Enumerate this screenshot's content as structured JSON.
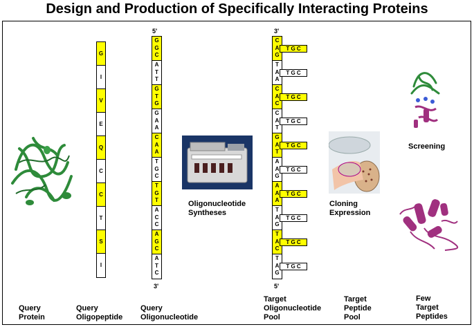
{
  "title": "Design and Production of Specifically Interacting Proteins",
  "oligopeptide": [
    "G",
    "I",
    "V",
    "E",
    "Q",
    "C",
    "C",
    "T",
    "S",
    "I"
  ],
  "query_oligo": [
    "GGC",
    "ATT",
    "GTG",
    "GAA",
    "CAA",
    "TGC",
    "TGT",
    "ACC",
    "AGC",
    "ATC"
  ],
  "query_oligo_5": "5'",
  "query_oligo_3": "3'",
  "target_pool": [
    "CAG",
    "TAA",
    "CAC",
    "CAT",
    "GAT",
    "AAG",
    "AAA",
    "TAG",
    "TAC",
    "TAG"
  ],
  "target_pool_3": "3'",
  "target_pool_5": "5'",
  "tgc": [
    "T G C",
    "T G C",
    "T G C",
    "T G C",
    "T G C",
    "T G C",
    "T G C",
    "T G C",
    "T G C",
    "T G C"
  ],
  "label_synth": "Oligonucleotide\nSyntheses",
  "label_cloning": "Cloning\nExpression",
  "label_screening": "Screening",
  "bottom": {
    "query_protein": "Query\nProtein",
    "query_oligopeptide": "Query\nOligopeptide",
    "query_oligonucleotide": "Query\nOligonucleotide",
    "target_pool": "Target\nOligonucleotide\nPool",
    "target_peptide_pool": "Target\nPeptide\nPool",
    "few_target": "Few\nTarget\nPeptides"
  },
  "colors": {
    "highlight": "#ffff00",
    "protein_green": "#2e8b3a",
    "protein_magenta": "#a0307f"
  }
}
